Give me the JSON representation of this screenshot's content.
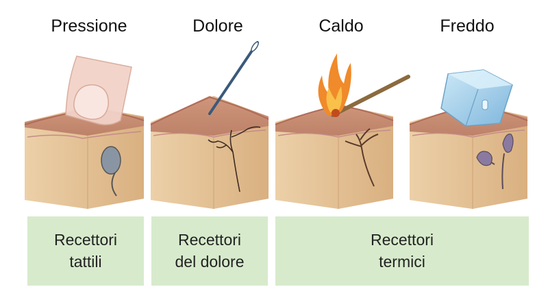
{
  "titles": [
    "Pressione",
    "Dolore",
    "Caldo",
    "Freddo"
  ],
  "boxes": [
    {
      "line1": "Recettori",
      "line2": "tattili"
    },
    {
      "line1": "Recettori",
      "line2": "del dolore"
    },
    {
      "line1": "Recettori",
      "line2": "termici"
    }
  ],
  "colors": {
    "skin_top": "#c98f77",
    "skin_side": "#e6c397",
    "skin_side_dark": "#d9b080",
    "box_bg": "#d7ebcc"
  }
}
